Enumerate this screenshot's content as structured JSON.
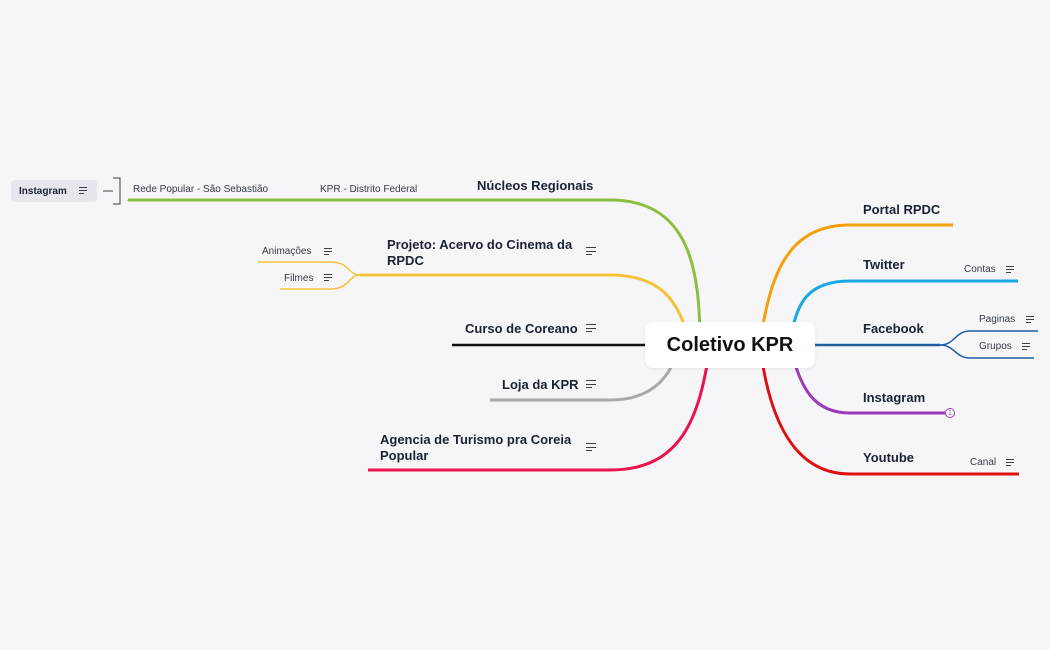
{
  "central": {
    "label": "Coletivo KPR"
  },
  "left": {
    "nucleos": {
      "label": "Núcleos Regionais",
      "children": [
        "KPR - Distrito Federal",
        "Rede Popular - São Sebastião"
      ],
      "nested": {
        "label": "Instagram"
      }
    },
    "projeto": {
      "label": "Projeto: Acervo do Cinema da RPDC",
      "children": [
        "Animações",
        "Filmes"
      ]
    },
    "curso": {
      "label": "Curso de Coreano"
    },
    "loja": {
      "label": "Loja da KPR"
    },
    "agencia": {
      "label": "Agencia de Turismo pra Coreia Popular"
    }
  },
  "right": {
    "portal": {
      "label": "Portal RPDC"
    },
    "twitter": {
      "label": "Twitter",
      "children": [
        "Contas"
      ]
    },
    "facebook": {
      "label": "Facebook",
      "children": [
        "Paginas",
        "Grupos"
      ]
    },
    "instagram": {
      "label": "Instagram",
      "badge": "1"
    },
    "youtube": {
      "label": "Youtube",
      "children": [
        "Canal"
      ]
    }
  },
  "colors": {
    "nucleos": "#8bbf3f",
    "projeto": "#f5c33b",
    "curso": "#111111",
    "loja": "#a9a9a9",
    "agencia": "#e8134f",
    "portal": "#f5a00f",
    "twitter": "#19a7e6",
    "facebook": "#1f5fa0",
    "instagram": "#9c3bb5",
    "youtube": "#dd1111"
  }
}
